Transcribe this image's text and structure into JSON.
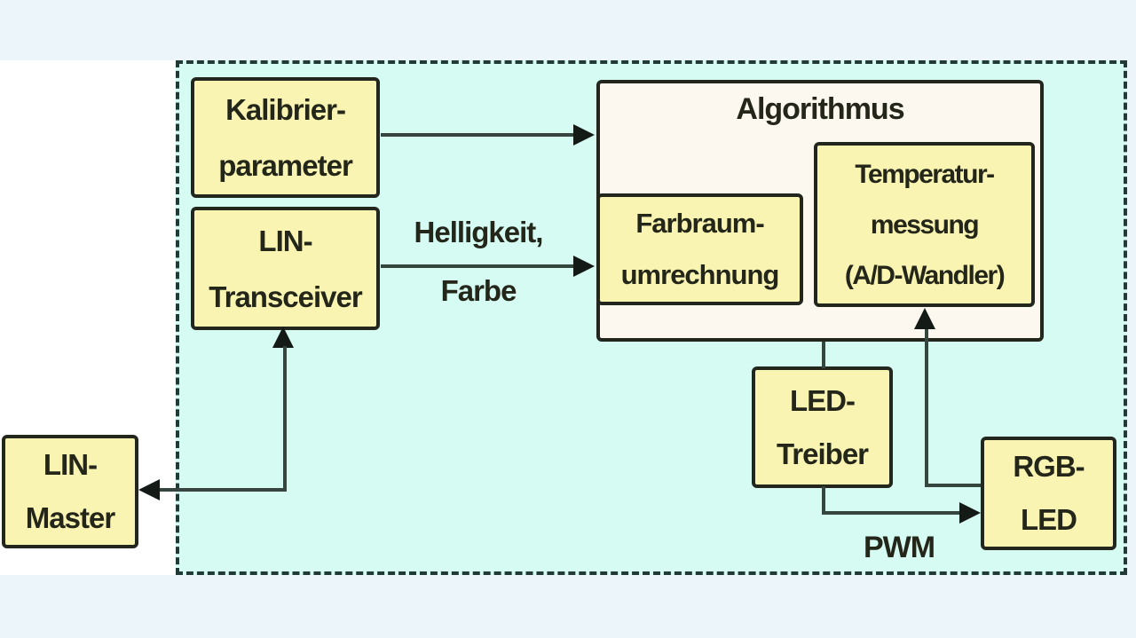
{
  "diagram": {
    "type": "block-diagram",
    "language": "de",
    "boxes": {
      "kalibrierparameter": {
        "lines": [
          "Kalibrier-",
          "parameter"
        ]
      },
      "lin_transceiver": {
        "lines": [
          "LIN-",
          "Transceiver"
        ]
      },
      "algorithmus": {
        "title": "Algorithmus"
      },
      "farbraumumrechnung": {
        "lines": [
          "Farbraum-",
          "umrechnung"
        ]
      },
      "temperaturmessung": {
        "lines": [
          "Temperatur-",
          "messung",
          "(A/D-Wandler)"
        ]
      },
      "led_treiber": {
        "lines": [
          "LED-",
          "Treiber"
        ]
      },
      "rgb_led": {
        "lines": [
          "RGB-",
          "LED"
        ]
      },
      "lin_master": {
        "lines": [
          "LIN-",
          "Master"
        ]
      }
    },
    "edge_labels": {
      "helligkeit_farbe": {
        "lines": [
          "Helligkeit,",
          "Farbe"
        ]
      },
      "pwm": "PWM"
    },
    "connections": [
      {
        "from": "Kalibrierparameter",
        "to": "Algorithmus",
        "label": "",
        "bidirectional": false
      },
      {
        "from": "LIN-Transceiver",
        "to": "Algorithmus / Farbraumumrechnung",
        "label": "Helligkeit, Farbe",
        "bidirectional": false
      },
      {
        "from": "LIN-Transceiver",
        "to": "LIN-Master",
        "label": "",
        "bidirectional": true
      },
      {
        "from": "Algorithmus",
        "to": "LED-Treiber",
        "label": "",
        "bidirectional": false
      },
      {
        "from": "LED-Treiber",
        "to": "RGB-LED",
        "label": "PWM",
        "bidirectional": false
      },
      {
        "from": "RGB-LED",
        "to": "Temperaturmessung (A/D-Wandler)",
        "label": "",
        "bidirectional": false
      }
    ],
    "colors": {
      "canvas_bg": "#ecf5fa",
      "panel_bg": "#d5fbf2",
      "left_bg": "#ffffff",
      "box_fill": "#f9f4b2",
      "algorithm_fill": "#fcf8f0",
      "box_border": "#22261c",
      "dashed_border": "#223a36",
      "line": "#35463f",
      "text": "#232619"
    }
  }
}
